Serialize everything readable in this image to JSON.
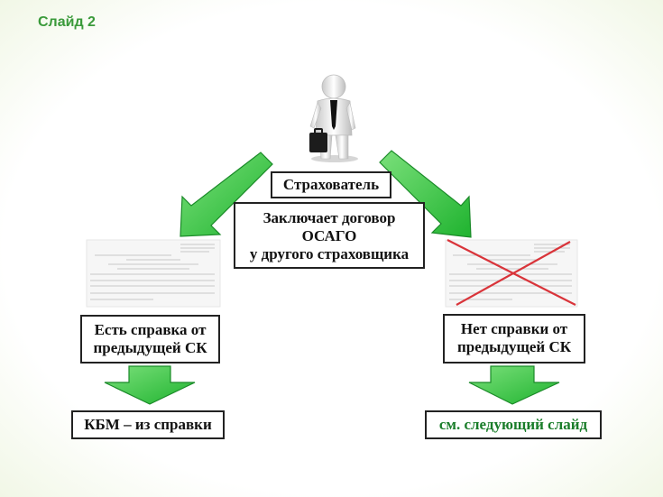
{
  "slide_label": "Слайд 2",
  "insurer_label": "Страхователь",
  "contract_lines": [
    "Заключает договор",
    "ОСАГО",
    "у другого страховщика"
  ],
  "left_branch_lines": [
    "Есть справка от",
    "предыдущей СК"
  ],
  "right_branch_lines": [
    "Нет справки от",
    "предыдущей СК"
  ],
  "left_result": "КБМ – из справки",
  "right_result": "см. следующий слайд",
  "colors": {
    "arrow_fill": "#2ecc40",
    "arrow_stroke": "#1a8a28",
    "cross": "#d9343a",
    "slide_label": "#3a9a3a"
  }
}
